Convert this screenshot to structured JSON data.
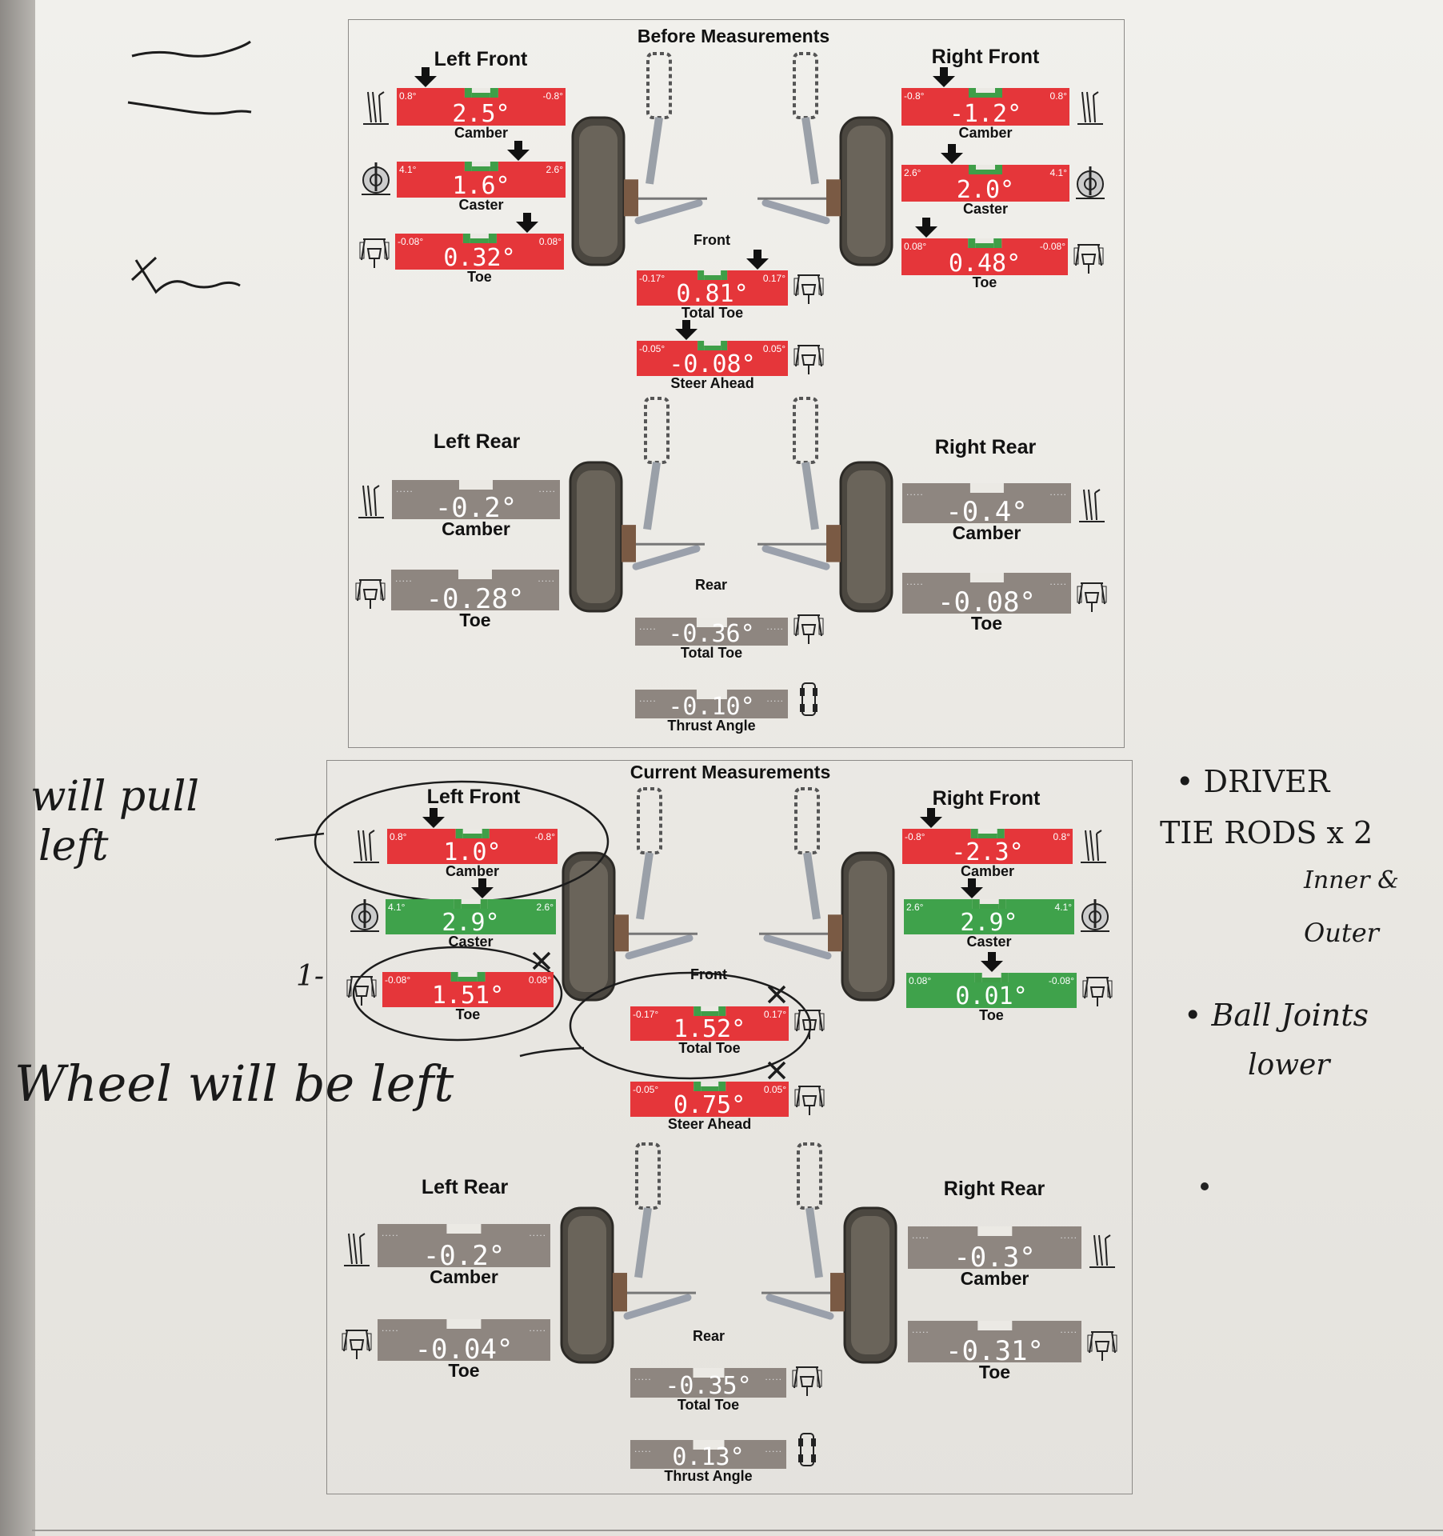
{
  "colors": {
    "red": "#e5363a",
    "green": "#3fa24b",
    "gray": "#8e8680",
    "paper": "#ebe9e4"
  },
  "before": {
    "title": "Before Measurements",
    "left_front": "Left Front",
    "right_front": "Right Front",
    "front": "Front",
    "left_rear": "Left Rear",
    "right_rear": "Right Rear",
    "rear": "Rear",
    "gauges": [
      {
        "id": "lf-camber",
        "label": "Camber",
        "value": "2.5°",
        "min": "0.8°",
        "max": "-0.8°",
        "status": "red",
        "icon": "camber-icon"
      },
      {
        "id": "lf-caster",
        "label": "Caster",
        "value": "1.6°",
        "min": "4.1°",
        "max": "2.6°",
        "status": "red",
        "icon": "caster-icon"
      },
      {
        "id": "lf-toe",
        "label": "Toe",
        "value": "0.32°",
        "min": "-0.08°",
        "max": "0.08°",
        "status": "red",
        "icon": "toe-icon"
      },
      {
        "id": "rf-camber",
        "label": "Camber",
        "value": "-1.2°",
        "min": "-0.8°",
        "max": "0.8°",
        "status": "red",
        "icon": "camber-icon"
      },
      {
        "id": "rf-caster",
        "label": "Caster",
        "value": "2.0°",
        "min": "2.6°",
        "max": "4.1°",
        "status": "red",
        "icon": "caster-icon"
      },
      {
        "id": "rf-toe",
        "label": "Toe",
        "value": "0.48°",
        "min": "0.08°",
        "max": "-0.08°",
        "status": "red",
        "icon": "toe-icon"
      },
      {
        "id": "f-total-toe",
        "label": "Total Toe",
        "value": "0.81°",
        "min": "-0.17°",
        "max": "0.17°",
        "status": "red",
        "icon": "total-toe-icon"
      },
      {
        "id": "steer-ahead",
        "label": "Steer Ahead",
        "value": "-0.08°",
        "min": "-0.05°",
        "max": "0.05°",
        "status": "red",
        "icon": "steer-ahead-icon"
      },
      {
        "id": "lr-camber",
        "label": "Camber",
        "value": "-0.2°",
        "status": "gray",
        "icon": "camber-icon"
      },
      {
        "id": "lr-toe",
        "label": "Toe",
        "value": "-0.28°",
        "status": "gray",
        "icon": "toe-icon"
      },
      {
        "id": "rr-camber",
        "label": "Camber",
        "value": "-0.4°",
        "status": "gray",
        "icon": "camber-icon"
      },
      {
        "id": "rr-toe",
        "label": "Toe",
        "value": "-0.08°",
        "status": "gray",
        "icon": "toe-icon"
      },
      {
        "id": "r-total-toe",
        "label": "Total Toe",
        "value": "-0.36°",
        "status": "gray",
        "icon": "total-toe-icon"
      },
      {
        "id": "thrust",
        "label": "Thrust Angle",
        "value": "-0.10°",
        "status": "gray",
        "icon": "thrust-angle-icon"
      }
    ]
  },
  "current": {
    "title": "Current Measurements",
    "left_front": "Left Front",
    "right_front": "Right Front",
    "front": "Front",
    "left_rear": "Left Rear",
    "right_rear": "Right Rear",
    "rear": "Rear",
    "gauges": [
      {
        "id": "lf-camber",
        "label": "Camber",
        "value": "1.0°",
        "min": "0.8°",
        "max": "-0.8°",
        "status": "red",
        "icon": "camber-icon"
      },
      {
        "id": "lf-caster",
        "label": "Caster",
        "value": "2.9°",
        "min": "4.1°",
        "max": "2.6°",
        "status": "green",
        "icon": "caster-icon"
      },
      {
        "id": "lf-toe",
        "label": "Toe",
        "value": "1.51°",
        "min": "-0.08°",
        "max": "0.08°",
        "status": "red",
        "icon": "toe-icon"
      },
      {
        "id": "rf-camber",
        "label": "Camber",
        "value": "-2.3°",
        "min": "-0.8°",
        "max": "0.8°",
        "status": "red",
        "icon": "camber-icon"
      },
      {
        "id": "rf-caster",
        "label": "Caster",
        "value": "2.9°",
        "min": "2.6°",
        "max": "4.1°",
        "status": "green",
        "icon": "caster-icon"
      },
      {
        "id": "rf-toe",
        "label": "Toe",
        "value": "0.01°",
        "min": "0.08°",
        "max": "-0.08°",
        "status": "green",
        "icon": "toe-icon"
      },
      {
        "id": "f-total-toe",
        "label": "Total Toe",
        "value": "1.52°",
        "min": "-0.17°",
        "max": "0.17°",
        "status": "red",
        "icon": "total-toe-icon"
      },
      {
        "id": "steer-ahead",
        "label": "Steer Ahead",
        "value": "0.75°",
        "min": "-0.05°",
        "max": "0.05°",
        "status": "red",
        "icon": "steer-ahead-icon"
      },
      {
        "id": "lr-camber",
        "label": "Camber",
        "value": "-0.2°",
        "status": "gray",
        "icon": "camber-icon"
      },
      {
        "id": "lr-toe",
        "label": "Toe",
        "value": "-0.04°",
        "status": "gray",
        "icon": "toe-icon"
      },
      {
        "id": "rr-camber",
        "label": "Camber",
        "value": "-0.3°",
        "status": "gray",
        "icon": "camber-icon"
      },
      {
        "id": "rr-toe",
        "label": "Toe",
        "value": "-0.31°",
        "status": "gray",
        "icon": "toe-icon"
      },
      {
        "id": "r-total-toe",
        "label": "Total Toe",
        "value": "-0.35°",
        "status": "gray",
        "icon": "total-toe-icon"
      },
      {
        "id": "thrust",
        "label": "Thrust Angle",
        "value": "0.13°",
        "status": "gray",
        "icon": "thrust-angle-icon"
      }
    ]
  },
  "annotations": {
    "pull_note_line1": "will pull",
    "pull_note_line2": "left",
    "wheel_note": "Wheel will be left",
    "toe_mark": "1-",
    "right_notes": [
      "• DRIVER",
      "TIE RODS x 2",
      "Inner &",
      "Outer",
      "• Ball Joints",
      "lower"
    ]
  }
}
